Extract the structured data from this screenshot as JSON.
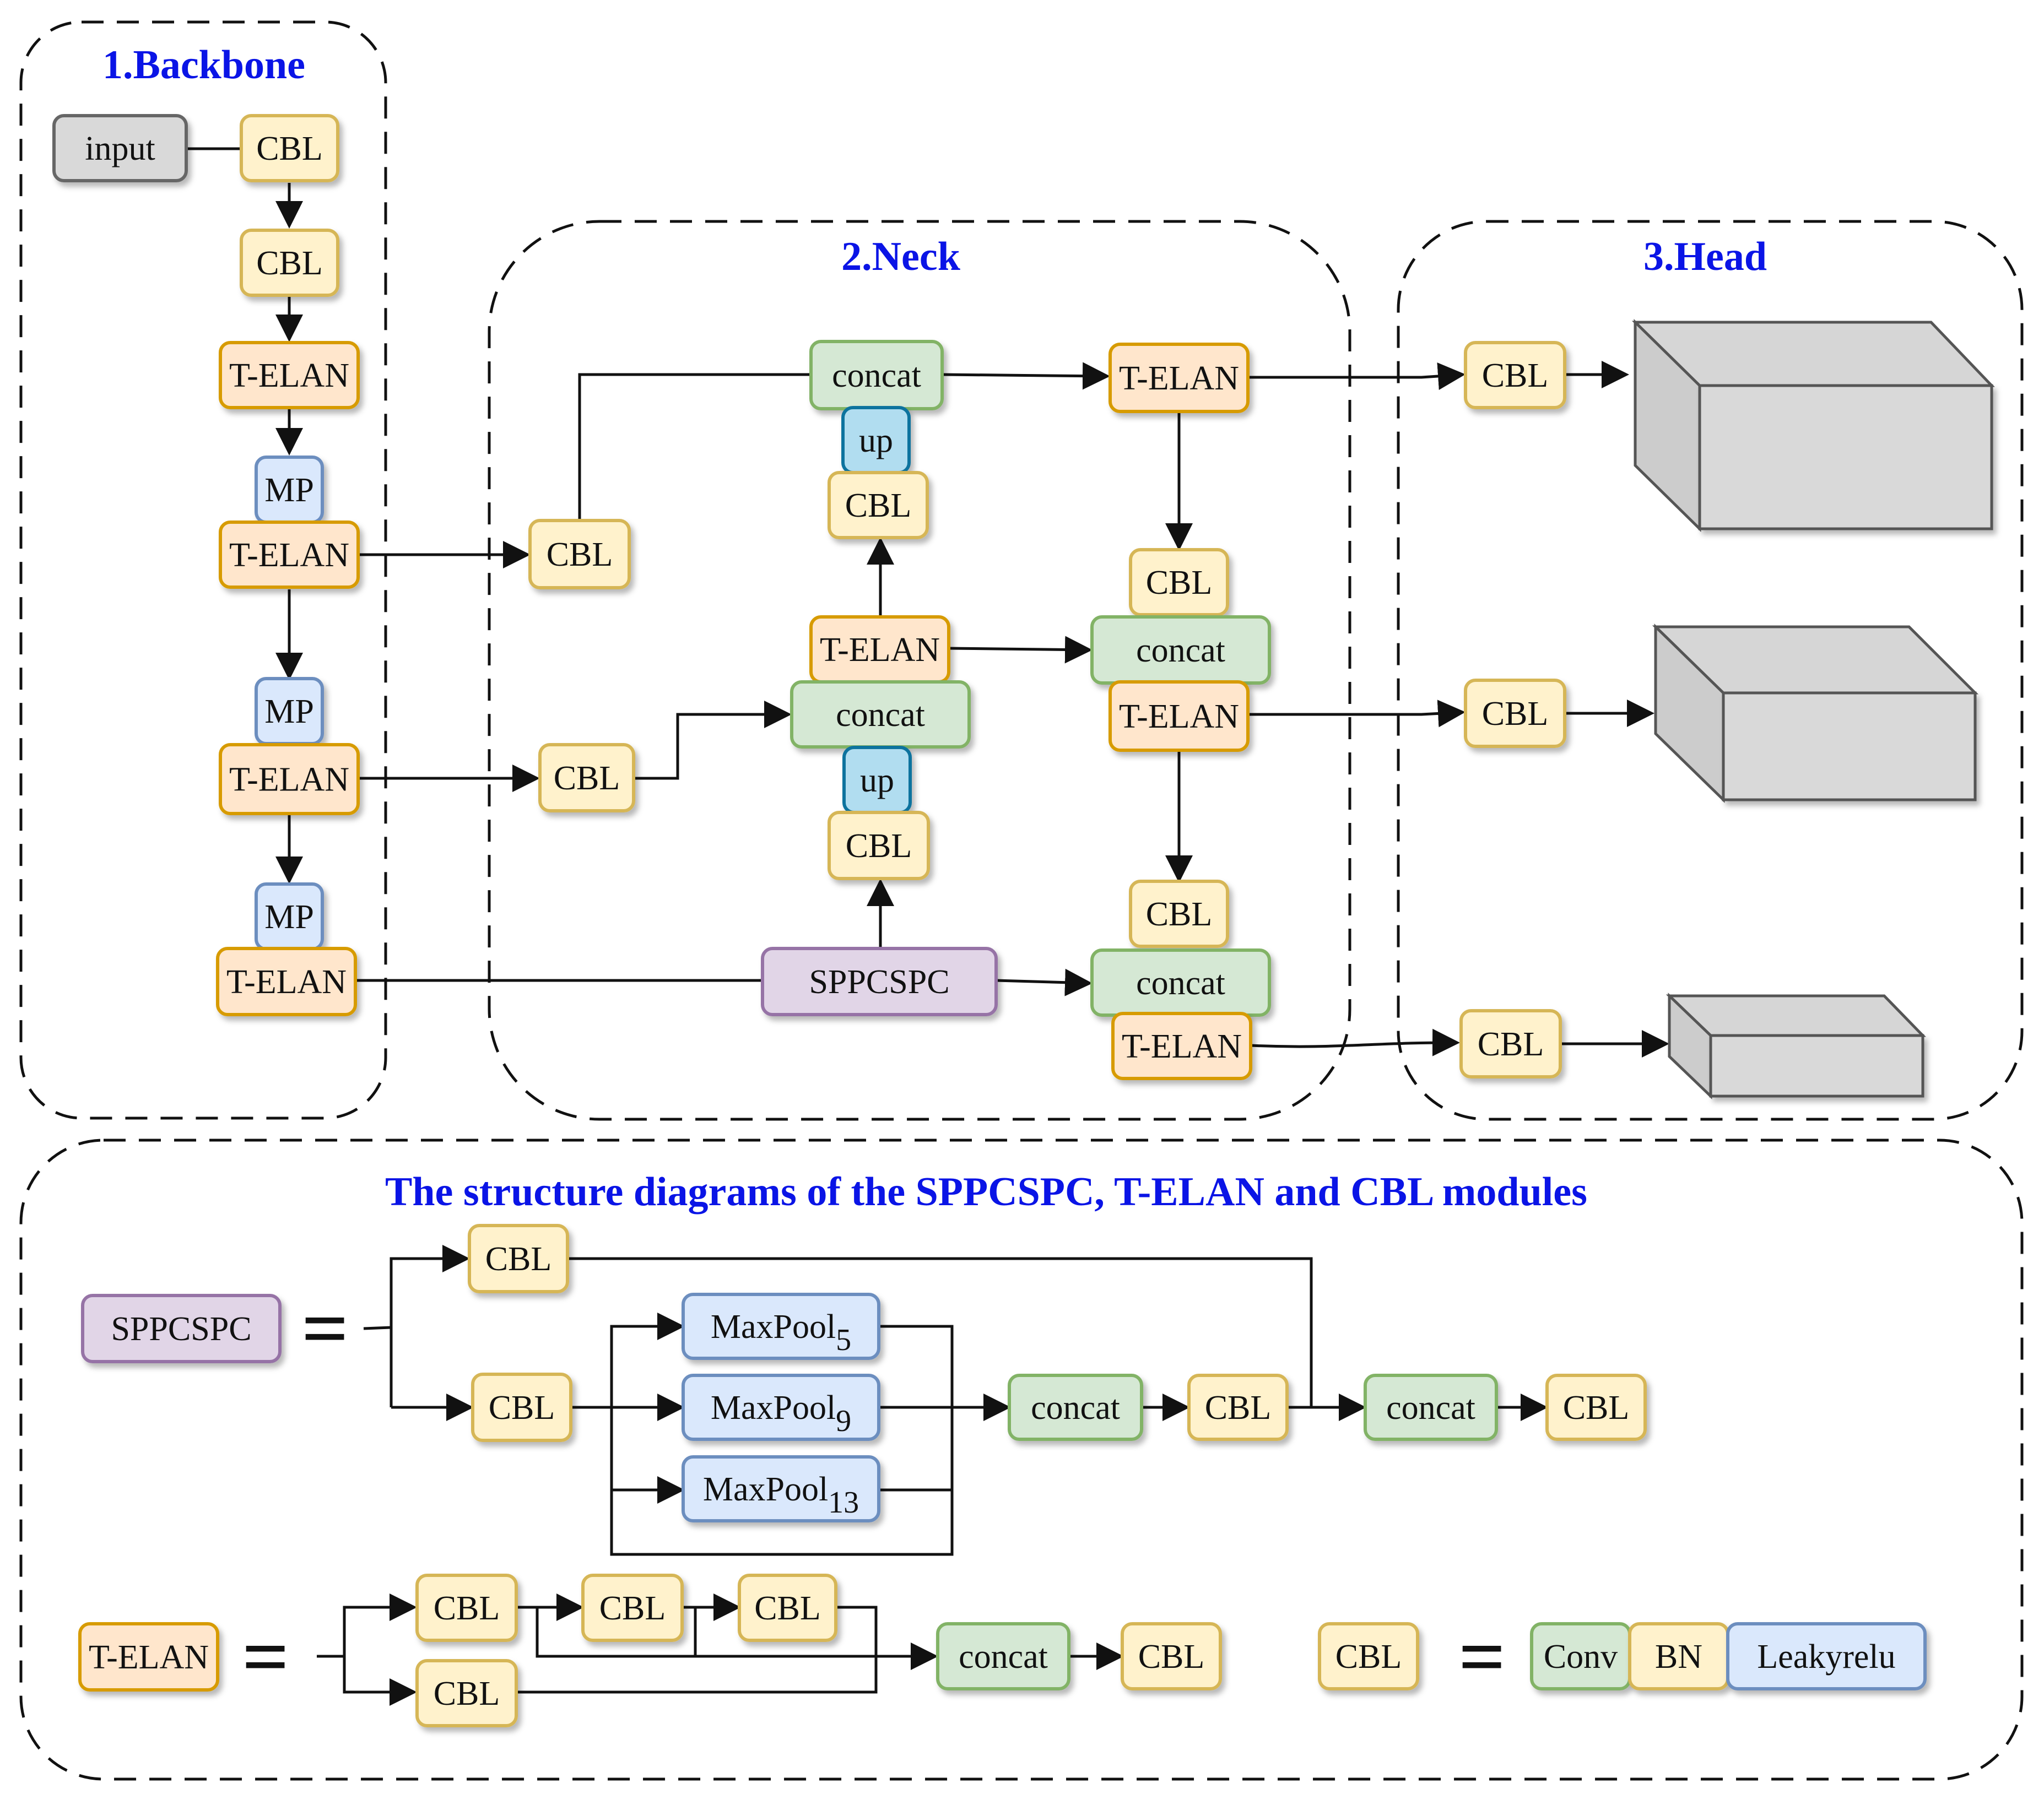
{
  "sections": {
    "backbone": "1.Backbone",
    "neck": "2.Neck",
    "head": "3.Head",
    "modules": "The  structure diagrams of the  SPPCSPC, T-ELAN and CBL modules"
  },
  "labels": {
    "input": "input",
    "cbl": "CBL",
    "telan": "T-ELAN",
    "mp": "MP",
    "concat": "concat",
    "up": "up",
    "sppcspc": "SPPCSPC",
    "maxpool": "MaxPool",
    "sub5": "5",
    "sub9": "9",
    "sub13": "13",
    "conv": "Conv",
    "bn": "BN",
    "leakyrelu": "Leakyrelu",
    "equals": "="
  },
  "colors": {
    "gray_fill": "#d9d9d9",
    "gray_stroke": "#666666",
    "yellow_fill": "#fff2cc",
    "yellow_stroke": "#d6b656",
    "orange_fill": "#ffe6cc",
    "orange_stroke": "#d79b00",
    "blue_fill": "#dae8fc",
    "blue_stroke": "#6c8ebf",
    "green_fill": "#d5e8d4",
    "green_stroke": "#82b366",
    "cyan_fill": "#b1ddf0",
    "cyan_stroke": "#10739e",
    "purple_fill": "#e1d5e7",
    "purple_stroke": "#9673a6",
    "title": "#0a14e6"
  }
}
